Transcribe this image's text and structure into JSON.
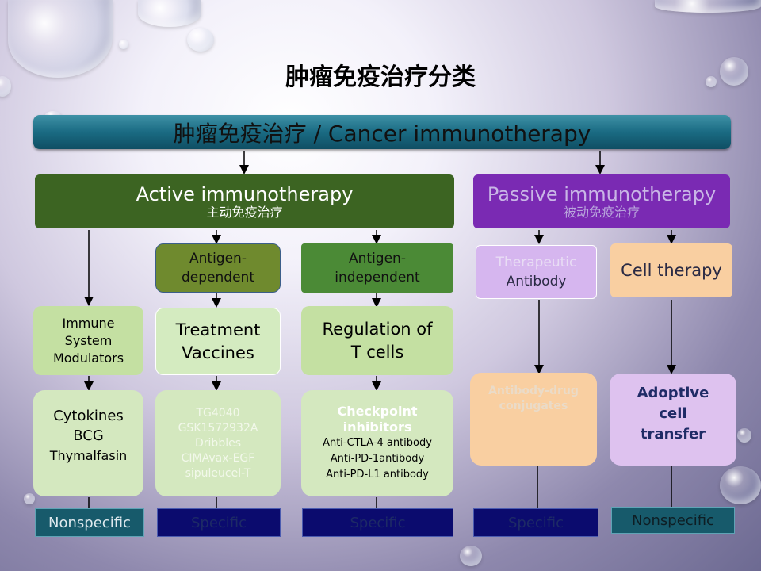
{
  "title": "肿瘤免疫治疗分类",
  "banner": "肿瘤免疫治疗 / Cancer immunotherapy",
  "active": {
    "en": "Active immunotherapy",
    "zh": "主动免疫治疗"
  },
  "passive": {
    "en": "Passive immunotherapy",
    "zh": "被动免疫治疗"
  },
  "level2": {
    "antigen_dependent": [
      "Antigen-",
      "dependent"
    ],
    "antigen_independent": [
      "Antigen-",
      "independent"
    ],
    "therapeutic_antibody": [
      "Therapeutic",
      "Antibody"
    ],
    "cell_therapy": "Cell therapy"
  },
  "level3": {
    "immune_modulators": [
      "Immune",
      "System",
      "Modulators"
    ],
    "treatment_vaccines": [
      "Treatment",
      "Vaccines"
    ],
    "regulation_t_cells": [
      "Regulation of",
      "T cells"
    ],
    "adc": [
      "Antibody-drug",
      "conjugates"
    ],
    "adoptive": [
      "Adoptive",
      "cell",
      "transfer"
    ]
  },
  "examples": {
    "nonspecific_agents": [
      "Cytokines",
      "BCG",
      "Thymalfasin"
    ],
    "vaccines": [
      "TG4040",
      "GSK1572932A",
      "Dribbles",
      "CIMAvax-EGF",
      "sipuleucel-T"
    ],
    "checkpoint_title": [
      "Checkpoint",
      "inhibitors"
    ],
    "checkpoint_items": [
      "Anti-CTLA-4 antibody",
      "Anti-PD-1antibody",
      "Anti-PD-L1 antibody"
    ]
  },
  "bottom": [
    "Nonspecific",
    "Specific",
    "Specific",
    "Specific",
    "Nonspecific"
  ],
  "colors": {
    "active": "#3c6422",
    "passive": "#7a2ab3",
    "banner": "#1a6b83",
    "specific_bar": "#0b0b6e",
    "nonspecific_bar": "#175a6b"
  }
}
